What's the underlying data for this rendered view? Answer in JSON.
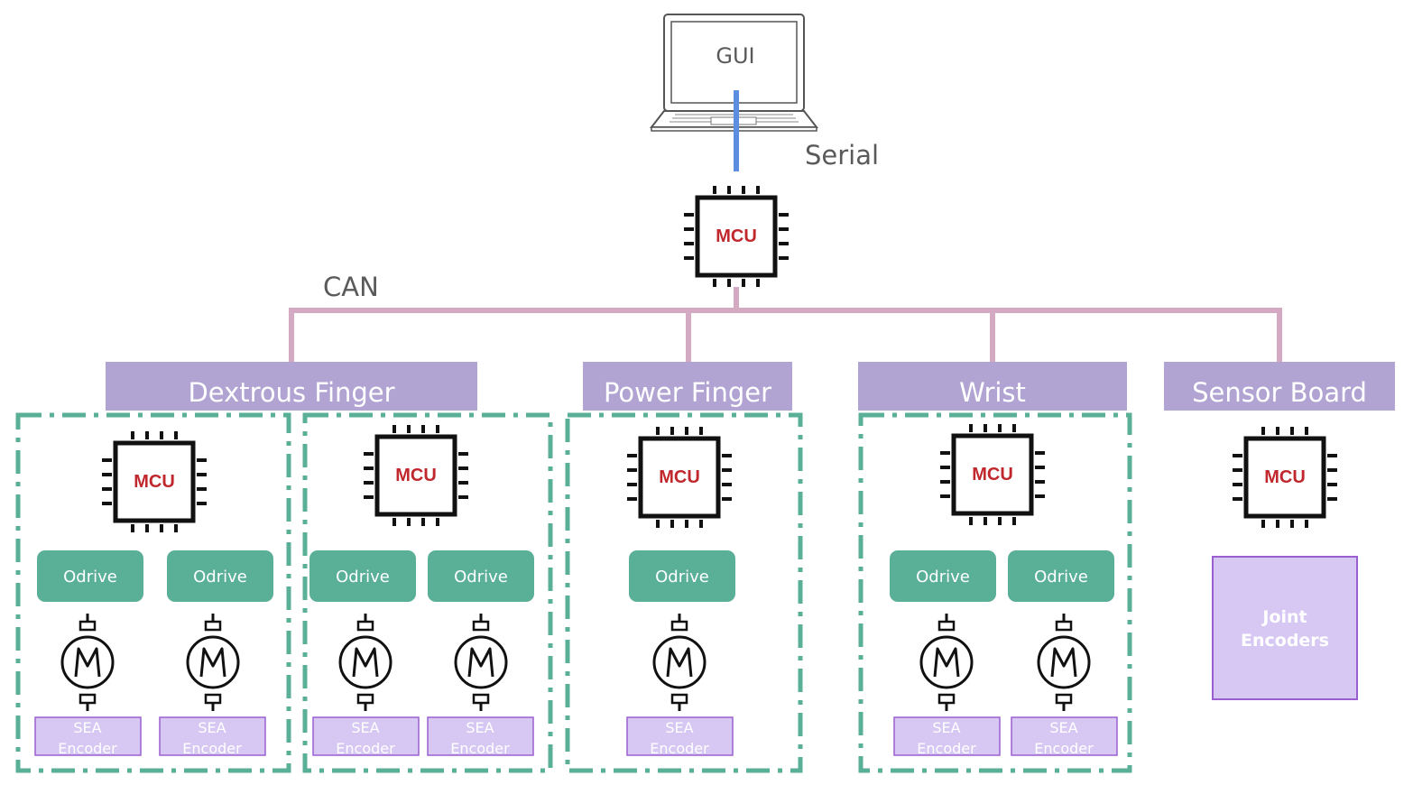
{
  "colors": {
    "serial_line": "#5b8ee0",
    "can_line": "#d4aac2",
    "header_fill": "#b1a4d3",
    "dashed_group": "#5aaf97",
    "odrive_fill": "#5aaf97",
    "sea_fill": "#d6c8f3",
    "sea_stroke": "#9b5fd0",
    "joint_fill": "#d6c8f3",
    "joint_stroke": "#9b5fd0",
    "mcu_text": "#c0282d"
  },
  "laptop": {
    "screen_label": "GUI",
    "icon": "laptop-icon"
  },
  "links": {
    "serial_label": "Serial",
    "can_label": "CAN"
  },
  "main_mcu": {
    "label": "MCU",
    "icon": "chip-icon"
  },
  "headers": {
    "dextrous": "Dextrous Finger",
    "power": "Power Finger",
    "wrist": "Wrist",
    "sensor": "Sensor Board"
  },
  "modules": {
    "dex1": {
      "mcu": "MCU",
      "odrive_1": "Odrive",
      "odrive_2": "Odrive",
      "enc_1a": "SEA",
      "enc_1b": "Encoder",
      "enc_2a": "SEA",
      "enc_2b": "Encoder"
    },
    "dex2": {
      "mcu": "MCU",
      "odrive_1": "Odrive",
      "odrive_2": "Odrive",
      "enc_1a": "SEA",
      "enc_1b": "Encoder",
      "enc_2a": "SEA",
      "enc_2b": "Encoder"
    },
    "power": {
      "mcu": "MCU",
      "odrive_1": "Odrive",
      "enc_1a": "SEA",
      "enc_1b": "Encoder"
    },
    "wrist": {
      "mcu": "MCU",
      "odrive_1": "Odrive",
      "odrive_2": "Odrive",
      "enc_1a": "SEA",
      "enc_1b": "Encoder",
      "enc_2a": "SEA",
      "enc_2b": "Encoder"
    },
    "sensor": {
      "mcu": "MCU",
      "joint_1": "Joint",
      "joint_2": "Encoders"
    }
  },
  "icons": {
    "motor": "motor-icon",
    "chip": "chip-icon",
    "laptop": "laptop-icon"
  }
}
